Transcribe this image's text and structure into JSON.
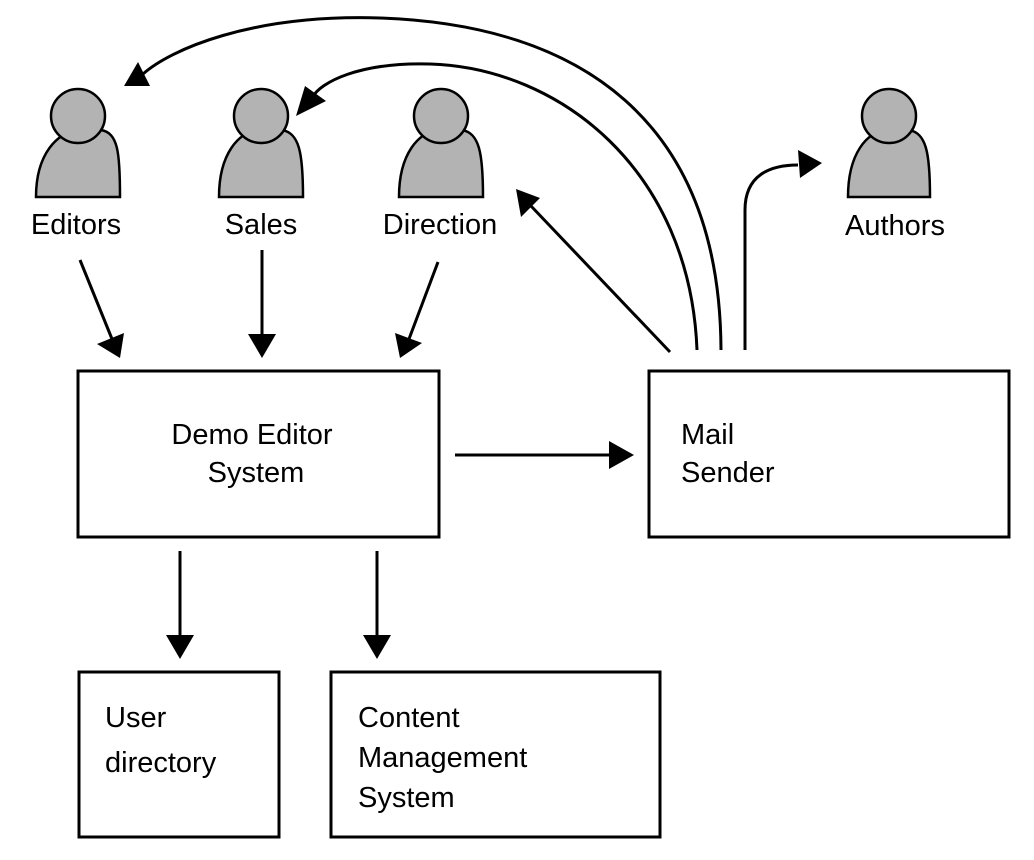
{
  "actors": {
    "editors": "Editors",
    "sales": "Sales",
    "direction": "Direction",
    "authors": "Authors"
  },
  "systems": {
    "demo_editor": [
      "Demo Editor",
      "System"
    ],
    "mail_sender": [
      "Mail",
      "Sender"
    ],
    "user_directory": [
      "User",
      "directory"
    ],
    "cms": [
      "Content",
      "Management",
      "System"
    ]
  },
  "colors": {
    "actor_fill": "#b3b3b3",
    "stroke": "#000000",
    "background": "#ffffff"
  },
  "icons": {
    "actor": "person-icon"
  }
}
